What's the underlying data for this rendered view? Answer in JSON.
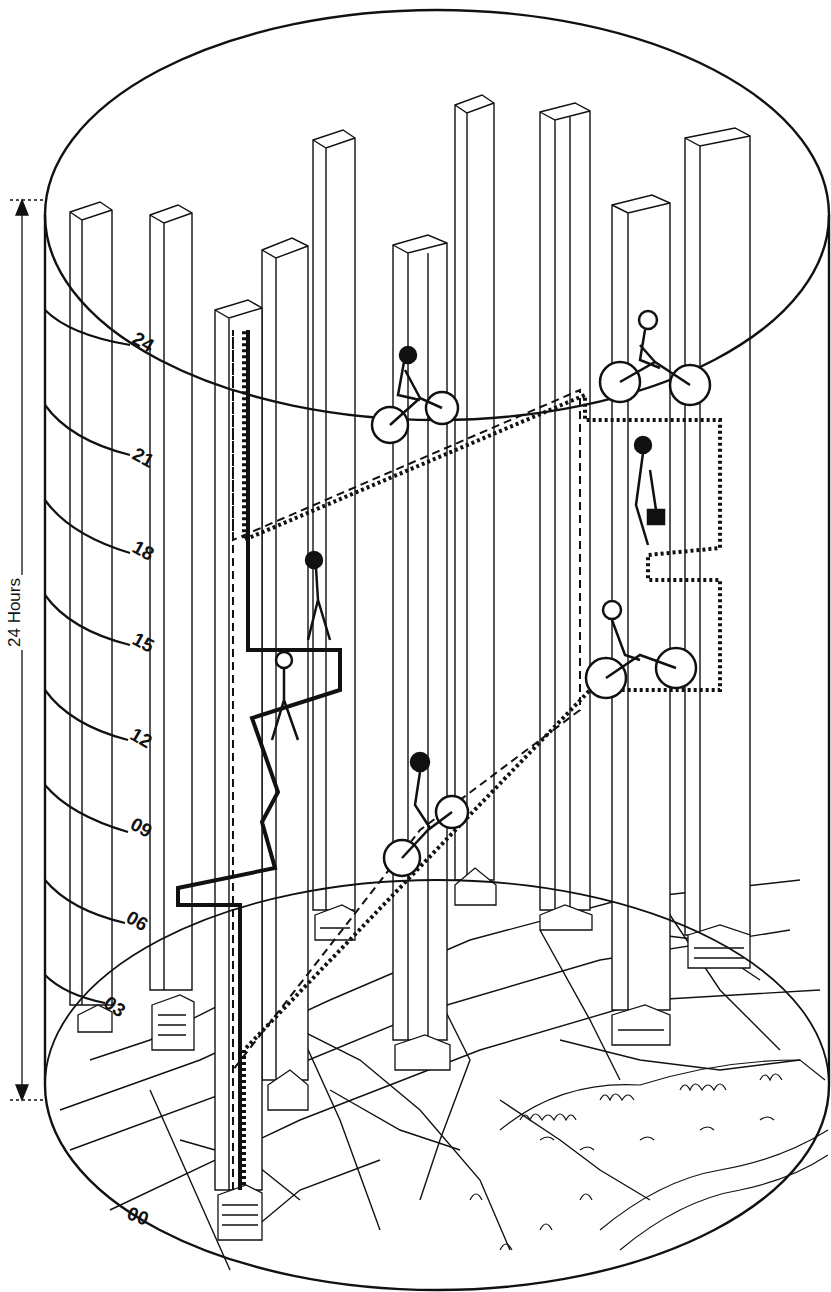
{
  "diagram": {
    "labels": [
      "24 Hours",
      "00",
      "03",
      "06",
      "09",
      "12",
      "15",
      "18",
      "21",
      "24"
    ]
  }
}
